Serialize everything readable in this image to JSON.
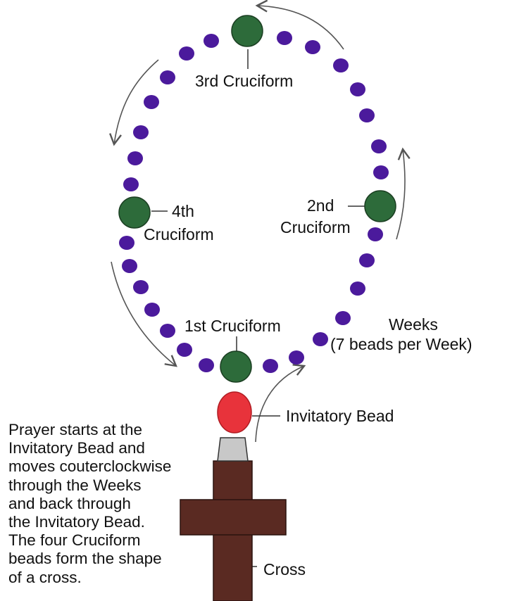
{
  "labels": {
    "third": "3rd Cruciform",
    "fourth_line1": "4th",
    "fourth_line2": "Cruciform",
    "second_line1": "2nd",
    "second_line2": "Cruciform",
    "first": "1st Cruciform",
    "weeks_line1": "Weeks",
    "weeks_line2": "(7 beads per Week)",
    "invitatory": "Invitatory Bead",
    "cross": "Cross"
  },
  "description_lines": [
    "Prayer starts at the",
    "Invitatory Bead and",
    "moves couterclockwise",
    "through the Weeks",
    "and back through",
    "the Invitatory Bead.",
    "The four Cruciform",
    "beads form the shape",
    "of a cross."
  ],
  "colors": {
    "week_bead": "#4b1a9c",
    "cruciform_bead": "#2d6b3a",
    "invitatory_bead": "#e8333b",
    "cross": "#5a2a22",
    "cap": "#c8c8c8"
  }
}
